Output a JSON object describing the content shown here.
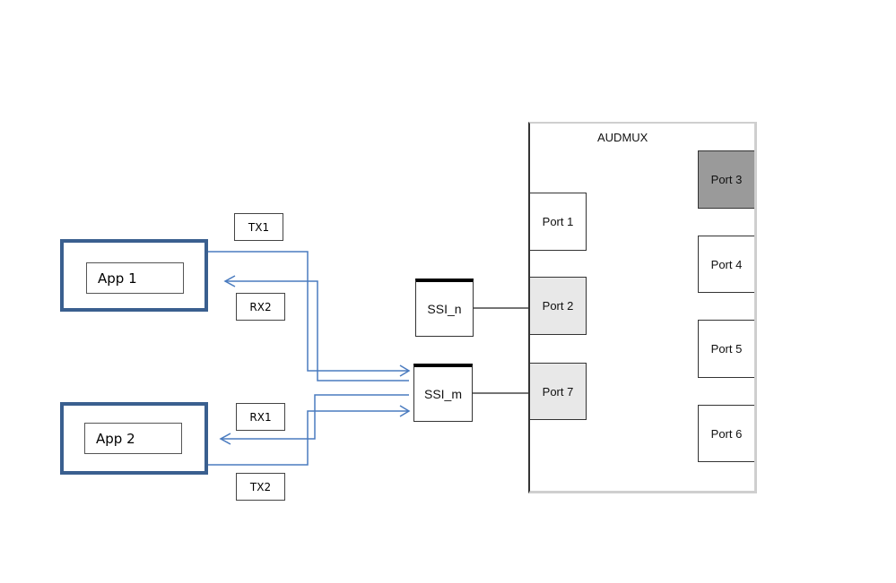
{
  "diagram": {
    "apps": [
      {
        "label": "App 1"
      },
      {
        "label": "App 2"
      }
    ],
    "signals": {
      "tx1": "TX1",
      "rx2": "RX2",
      "rx1": "RX1",
      "tx2": "TX2"
    },
    "ssi": [
      {
        "label": "SSI_n"
      },
      {
        "label": "SSI_m"
      }
    ],
    "audmux": {
      "title": "AUDMUX",
      "left_ports": [
        {
          "label": "Port 1",
          "fill": "white"
        },
        {
          "label": "Port 2",
          "fill": "light"
        },
        {
          "label": "Port 7",
          "fill": "light"
        }
      ],
      "right_ports": [
        {
          "label": "Port 3",
          "fill": "dark"
        },
        {
          "label": "Port 4",
          "fill": "white"
        },
        {
          "label": "Port 5",
          "fill": "white"
        },
        {
          "label": "Port 6",
          "fill": "white"
        }
      ]
    },
    "colors": {
      "wire": "#4a7bbf",
      "app_border": "#3a5f8f",
      "port_light": "#e8e8e8",
      "port_dark": "#9a9a9a"
    }
  }
}
